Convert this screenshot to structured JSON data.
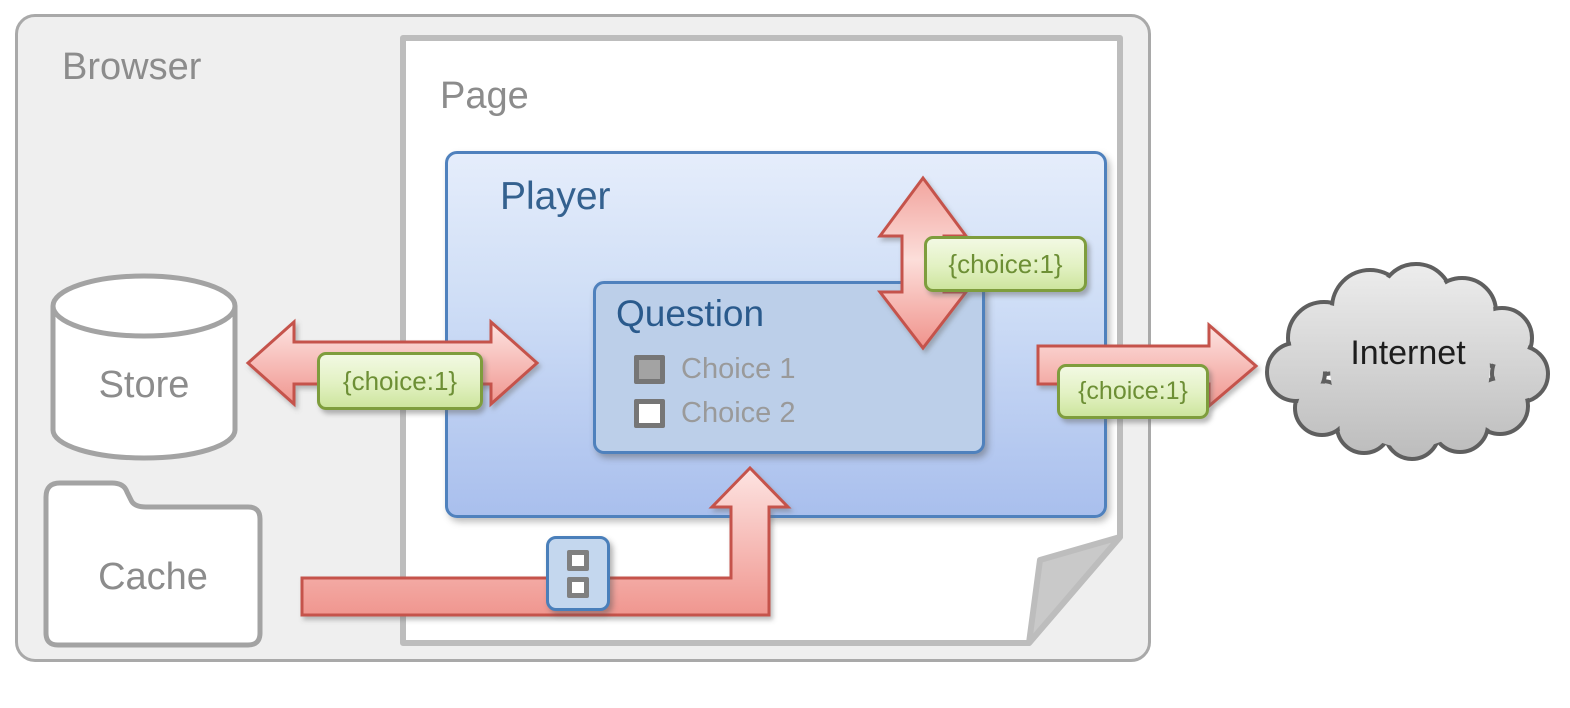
{
  "browser": {
    "label": "Browser"
  },
  "page": {
    "label": "Page"
  },
  "player": {
    "label": "Player"
  },
  "question": {
    "label": "Question",
    "choices": [
      {
        "label": "Choice 1",
        "checked": true,
        "css": "checkbox filled"
      },
      {
        "label": "Choice 2",
        "checked": false,
        "css": "checkbox empty"
      }
    ]
  },
  "store": {
    "label": "Store"
  },
  "cache": {
    "label": "Cache"
  },
  "internet": {
    "label": "Internet"
  },
  "messages": [
    {
      "from": "store",
      "to": "player",
      "label": "{choice:1}"
    },
    {
      "from": "player",
      "to": "player",
      "label": "{choice:1}"
    },
    {
      "from": "page",
      "to": "internet",
      "label": "{choice:1}"
    }
  ],
  "colors": {
    "blue_border": "#4f81bd",
    "player_top": "#e5edfb",
    "player_bottom": "#a9bfed",
    "question_fill": "#bccfe9",
    "arrow_border": "#c5534c",
    "arrow_light": "#fde4e2",
    "arrow_deep": "#f0968f",
    "tag_border": "#7e9d3d",
    "tag_text": "#6d8f35",
    "tag_fill_top": "#f2f9e3",
    "tag_fill_bottom": "#cde59e",
    "gray_border": "#a9a9a9",
    "gray_text": "#8c8c8c",
    "cloud_border": "#5f5f5f",
    "checkbox_border": "#767676",
    "checkbox_filled": "#a3a3a3"
  }
}
